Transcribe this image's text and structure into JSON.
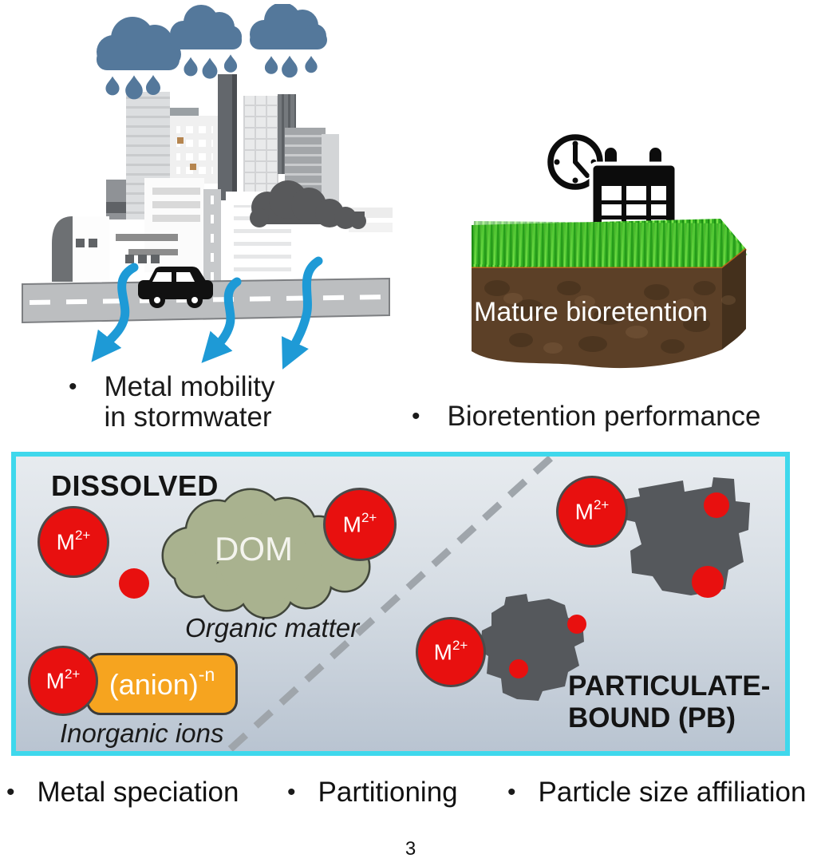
{
  "page": {
    "number": "3"
  },
  "ui": {
    "bullet": "•"
  },
  "captions": {
    "metal_mobility": {
      "line1": "Metal mobility",
      "line2": "in stormwater"
    },
    "bioretention": "Bioretention performance"
  },
  "bioretention": {
    "block_label": "Mature bioretention"
  },
  "box": {
    "dissolved_title": "DISSOLVED",
    "dom_label": "DOM",
    "organic_caption": "Organic matter",
    "anion": {
      "base": "(anion)",
      "sup": "-n"
    },
    "inorganic_caption": "Inorganic ions",
    "metal": {
      "base": "M",
      "sup": "2+"
    },
    "pb_line1": "PARTICULATE-",
    "pb_line2": "BOUND (PB)"
  },
  "bottom_bullets": [
    {
      "label": "Metal speciation"
    },
    {
      "label": "Partitioning"
    },
    {
      "label": "Particle size affiliation"
    }
  ],
  "colors": {
    "accent_cyan": "#3FD8EC",
    "metal_red": "#E8100F",
    "cloud_slate": "#54789B",
    "dom_green": "#A9B28F",
    "anion_orange": "#F6A41F",
    "particle_gray": "#55585C",
    "arrow_blue": "#1E9AD6",
    "box_bg_top": "#E7EBEF",
    "box_bg_bottom": "#B9C4D1",
    "grass_green": "#3FBE2A",
    "soil_brown": "#5C4027"
  }
}
